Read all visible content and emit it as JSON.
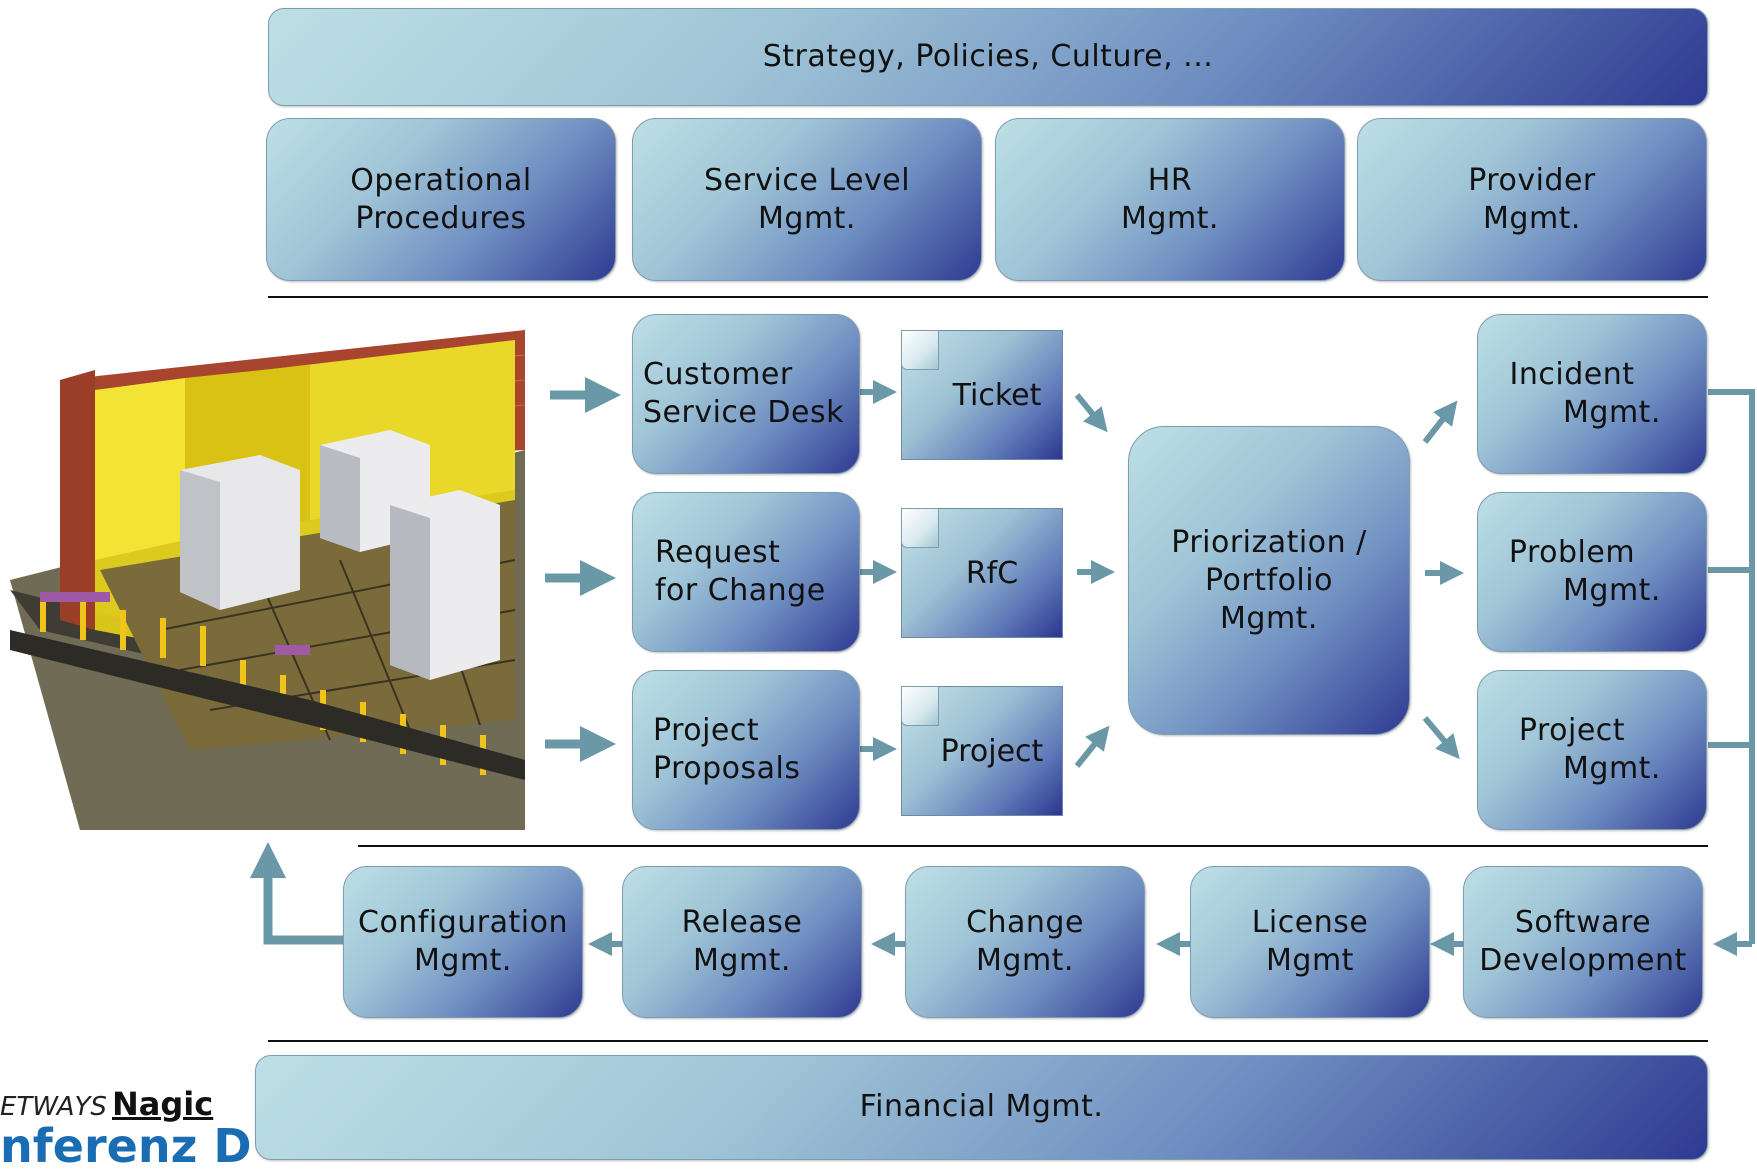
{
  "strategy": "Strategy, Policies, Culture, ...",
  "mgmt_row": [
    {
      "l1": "Operational",
      "l2": "Procedures"
    },
    {
      "l1": "Service Level",
      "l2": "Mgmt."
    },
    {
      "l1": "HR",
      "l2": "Mgmt."
    },
    {
      "l1": "Provider",
      "l2": "Mgmt."
    }
  ],
  "inputs": [
    {
      "l1": "Customer",
      "l2": "Service Desk"
    },
    {
      "l1": "Request",
      "l2": "for Change"
    },
    {
      "l1": "Project",
      "l2": "Proposals"
    }
  ],
  "docs": [
    "Ticket",
    "RfC",
    "Project"
  ],
  "central": {
    "l1": "Priorization /",
    "l2": "Portfolio",
    "l3": "Mgmt."
  },
  "outputs": [
    {
      "l1": "Incident",
      "l2": "Mgmt."
    },
    {
      "l1": "Problem",
      "l2": "Mgmt."
    },
    {
      "l1": "Project",
      "l2": "Mgmt."
    }
  ],
  "bottom_row": [
    {
      "l1": "Configuration",
      "l2": "Mgmt."
    },
    {
      "l1": "Release",
      "l2": "Mgmt."
    },
    {
      "l1": "Change",
      "l2": "Mgmt."
    },
    {
      "l1": "License",
      "l2": "Mgmt"
    },
    {
      "l1": "Software",
      "l2": "Development"
    }
  ],
  "financial": "Financial Mgmt.",
  "logo": {
    "part1": "ETWAYS",
    "part2": "Nagic",
    "part3": "nferenz D"
  },
  "colors": {
    "arrow": "#6a98a6",
    "box_light": "#bde0e6",
    "box_dark": "#2f3a92",
    "logo_blue": "#1b6db3"
  },
  "icons": {
    "datacenter": "server-room-illustration"
  }
}
